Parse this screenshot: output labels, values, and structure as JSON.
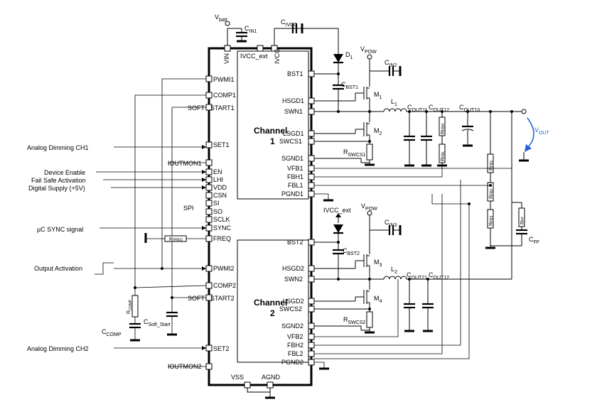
{
  "diagram": {
    "supply_labels": {
      "vbat": "V",
      "vbat_sub": "batt",
      "vpow": "V",
      "vpow_sub": "POW",
      "vout": "V",
      "vout_sub": "OUT",
      "ivcc_ext": "IVCC_ext"
    },
    "ic_top_pins": [
      "VIN",
      "IVCC_ext",
      "IVCC"
    ],
    "ic_bottom_pins": [
      "VSS",
      "AGND"
    ],
    "left_pins": [
      "PWMI1",
      "COMP1",
      "START1",
      "SET1",
      "IOUTMON1",
      "EN",
      "LHI",
      "VDD",
      "CSN",
      "SI",
      "SO",
      "SCLK",
      "SYNC",
      "FREQ",
      "PWMI2",
      "COMP2",
      "START2",
      "SET2",
      "IOUTMON2"
    ],
    "right_pins": [
      "BST1",
      "HSGD1",
      "SWN1",
      "LSGD1",
      "SWCS1",
      "SGND1",
      "VFB1",
      "FBH1",
      "FBL1",
      "PGND1",
      "BST2",
      "HSGD2",
      "SWN2",
      "LSGD2",
      "SWCS2",
      "SGND2",
      "VFB2",
      "FBH2",
      "FBL2",
      "PGND2"
    ],
    "soft_labels": [
      "SOFT",
      "SOFT"
    ],
    "spi_label": "SPI",
    "channel_blocks": [
      {
        "line1": "Channel",
        "line2": "1"
      },
      {
        "line1": "Channel",
        "line2": "2"
      }
    ],
    "external_inputs": [
      "Analog Dimming CH1",
      "Device Enable",
      "Fail Safe Activation",
      "Digital Supply (+5V)",
      "µC SYNC signal",
      "Output Activation",
      "Analog Dimming CH2"
    ],
    "components": {
      "cin1": {
        "main": "C",
        "sub": "IN1"
      },
      "civcc": {
        "main": "C",
        "sub": "IVCC"
      },
      "d1": {
        "main": "D",
        "sub": "1"
      },
      "cin2": {
        "main": "C",
        "sub": "IN2"
      },
      "cbst1": {
        "main": "C",
        "sub": "BST1"
      },
      "m1": {
        "main": "M",
        "sub": "1"
      },
      "l1": {
        "main": "L",
        "sub": "1"
      },
      "cout11": {
        "main": "C",
        "sub": "OUT11"
      },
      "cout12a": {
        "main": "C",
        "sub": "OUT12"
      },
      "cout13": {
        "main": "C",
        "sub": "OUT13"
      },
      "m2": {
        "main": "M",
        "sub": "2"
      },
      "rswcs1": {
        "main": "R",
        "sub": "SWCS1"
      },
      "rfbh": "R",
      "rfbl": "R",
      "rfb1": "R",
      "rfb2": "R",
      "rfb3": "R",
      "rff": "R",
      "cff": {
        "main": "C",
        "sub": "FF"
      },
      "cin3": {
        "main": "C",
        "sub": "IN3"
      },
      "cbst2": {
        "main": "C",
        "sub": "BST2"
      },
      "m3": {
        "main": "M",
        "sub": "3"
      },
      "l2": {
        "main": "L",
        "sub": "2"
      },
      "cout21": {
        "main": "C",
        "sub": "OUT21"
      },
      "cout12b": {
        "main": "C",
        "sub": "OUT12"
      },
      "m4": {
        "main": "M",
        "sub": "4"
      },
      "rswcs2": {
        "main": "R",
        "sub": "SWCS2"
      },
      "rfreq": "R",
      "rcomp": "R",
      "ccomp": {
        "main": "C",
        "sub": "COMP"
      },
      "csoft": {
        "main": "C",
        "sub": "Soft_Start"
      }
    }
  }
}
